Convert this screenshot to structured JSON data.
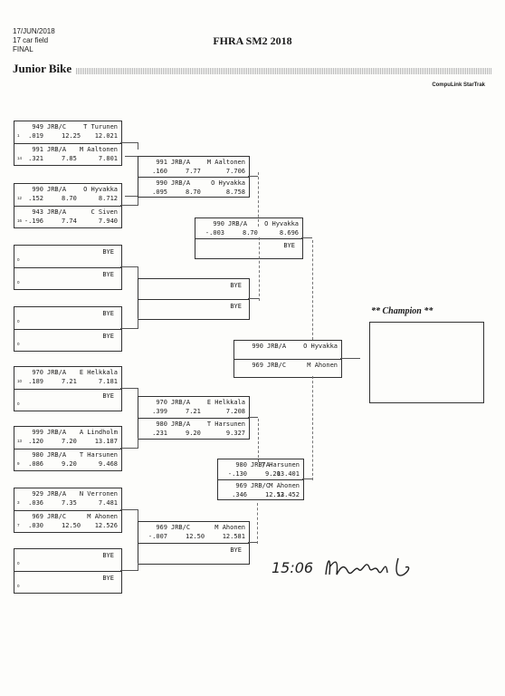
{
  "header": {
    "date": "17/JUN/2018",
    "field": "17 car field",
    "round": "FINAL",
    "title": "FHRA SM2 2018",
    "class_name": "Junior Bike",
    "brand": "CompuLink StarTrak"
  },
  "champion": {
    "label": "** Champion **"
  },
  "signature": {
    "time": "15:06"
  },
  "boxes": [
    {
      "top": {
        "seed": "1",
        "num": "949",
        "cls": "JRB/C",
        "name": "T Turunen",
        "rt": ".019",
        "et": "12.25",
        "dial": "12.021"
      },
      "bot": {
        "seed": "14",
        "num": "991",
        "cls": "JRB/A",
        "name": "M Aaltonen",
        "rt": ".321",
        "et": "7.85",
        "dial": "7.801"
      }
    },
    {
      "top": {
        "seed": "12",
        "num": "990",
        "cls": "JRB/A",
        "name": "O Hyvakka",
        "rt": ".152",
        "et": "8.70",
        "dial": "8.712"
      },
      "bot": {
        "seed": "16",
        "num": "943",
        "cls": "JRB/A",
        "name": "C Siven",
        "rt": "-.196",
        "et": "7.74",
        "dial": "7.940"
      }
    },
    {
      "top": {
        "seed": "0",
        "num": "",
        "cls": "",
        "name": "BYE",
        "rt": "",
        "et": "",
        "dial": ""
      },
      "bot": {
        "seed": "0",
        "num": "",
        "cls": "",
        "name": "BYE",
        "rt": "",
        "et": "",
        "dial": ""
      }
    },
    {
      "top": {
        "seed": "0",
        "num": "",
        "cls": "",
        "name": "BYE",
        "rt": "",
        "et": "",
        "dial": ""
      },
      "bot": {
        "seed": "0",
        "num": "",
        "cls": "",
        "name": "BYE",
        "rt": "",
        "et": "",
        "dial": ""
      }
    },
    {
      "top": {
        "seed": "10",
        "num": "970",
        "cls": "JRB/A",
        "name": "E Helkkala",
        "rt": ".189",
        "et": "7.21",
        "dial": "7.181"
      },
      "bot": {
        "seed": "0",
        "num": "",
        "cls": "",
        "name": "BYE",
        "rt": "",
        "et": "",
        "dial": ""
      }
    },
    {
      "top": {
        "seed": "13",
        "num": "999",
        "cls": "JRB/A",
        "name": "A Lindholm",
        "rt": ".120",
        "et": "7.20",
        "dial": "13.187"
      },
      "bot": {
        "seed": "9",
        "num": "980",
        "cls": "JRB/A",
        "name": "T Harsunen",
        "rt": ".086",
        "et": "9.20",
        "dial": "9.468"
      }
    },
    {
      "top": {
        "seed": "3",
        "num": "929",
        "cls": "JRB/A",
        "name": "N Verronen",
        "rt": ".036",
        "et": "7.35",
        "dial": "7.481"
      },
      "bot": {
        "seed": "7",
        "num": "969",
        "cls": "JRB/C",
        "name": "M Ahonen",
        "rt": ".030",
        "et": "12.50",
        "dial": "12.526"
      }
    },
    {
      "top": {
        "seed": "0",
        "num": "",
        "cls": "",
        "name": "BYE",
        "rt": "",
        "et": "",
        "dial": ""
      },
      "bot": {
        "seed": "0",
        "num": "",
        "cls": "",
        "name": "BYE",
        "rt": "",
        "et": "",
        "dial": ""
      }
    },
    {
      "top": {
        "seed": "",
        "num": "991",
        "cls": "JRB/A",
        "name": "M Aaltonen",
        "rt": ".160",
        "et": "7.77",
        "dial": "7.706"
      },
      "bot": {
        "seed": "",
        "num": "990",
        "cls": "JRB/A",
        "name": "O Hyvakka",
        "rt": ".095",
        "et": "8.70",
        "dial": "8.758"
      }
    },
    {
      "top": {
        "seed": "",
        "num": "",
        "cls": "",
        "name": "BYE",
        "rt": "",
        "et": "",
        "dial": ""
      },
      "bot": {
        "seed": "",
        "num": "",
        "cls": "",
        "name": "BYE",
        "rt": "",
        "et": "",
        "dial": ""
      }
    },
    {
      "top": {
        "seed": "",
        "num": "970",
        "cls": "JRB/A",
        "name": "E Helkkala",
        "rt": ".399",
        "et": "7.21",
        "dial": "7.208"
      },
      "bot": {
        "seed": "",
        "num": "980",
        "cls": "JRB/A",
        "name": "T Harsunen",
        "rt": ".231",
        "et": "9.20",
        "dial": "9.327"
      }
    },
    {
      "top": {
        "seed": "",
        "num": "969",
        "cls": "JRB/C",
        "name": "M Ahonen",
        "rt": "-.007",
        "et": "12.50",
        "dial": "12.581"
      },
      "bot": {
        "seed": "",
        "num": "",
        "cls": "",
        "name": "BYE",
        "rt": "",
        "et": "",
        "dial": ""
      }
    },
    {
      "top": {
        "seed": "",
        "num": "990",
        "cls": "JRB/A",
        "name": "O Hyvakka",
        "rt": "-.003",
        "et": "8.70",
        "dial": "8.696"
      },
      "bot": {
        "seed": "",
        "num": "",
        "cls": "",
        "name": "BYE",
        "rt": "",
        "et": "",
        "dial": ""
      }
    },
    {
      "top": {
        "seed": "",
        "num": "980",
        "cls": "JRB/A",
        "name": "T Harsunen",
        "rt": "-.130",
        "et": "9.20",
        "dial": "13.401"
      },
      "bot": {
        "seed": "",
        "num": "969",
        "cls": "JRB/C",
        "name": "M Ahonen",
        "rt": ".346",
        "et": "12.53",
        "dial": "12.452"
      }
    },
    {
      "top": {
        "seed": "",
        "num": "990",
        "cls": "JRB/A",
        "name": "O Hyvakka",
        "rt": "",
        "et": "",
        "dial": ""
      },
      "bot": {
        "seed": "",
        "num": "969",
        "cls": "JRB/C",
        "name": "M Ahonen",
        "rt": "",
        "et": "",
        "dial": ""
      }
    }
  ]
}
